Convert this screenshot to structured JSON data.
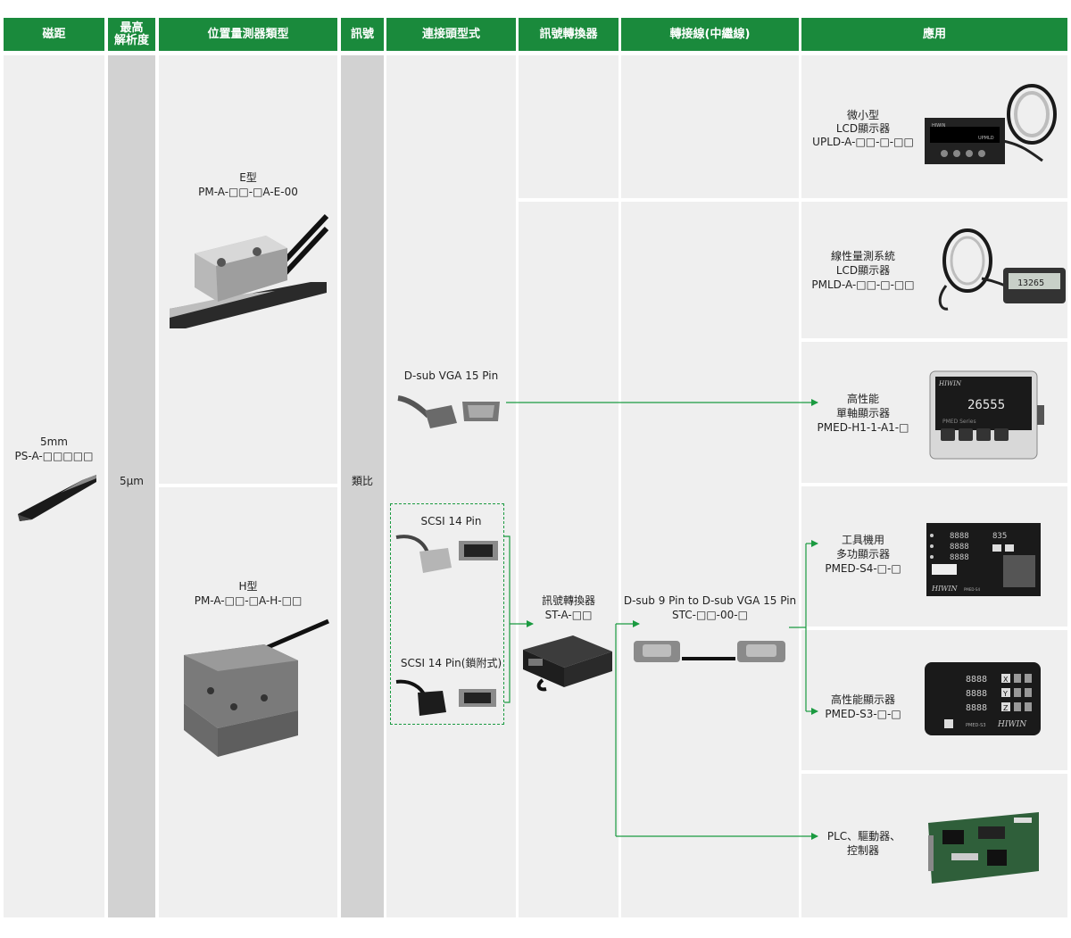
{
  "headers": {
    "pitch": "磁距",
    "resolution_line1": "最高",
    "resolution_line2": "解析度",
    "sensor_type": "位置量測器類型",
    "signal": "訊號",
    "connector": "連接頭型式",
    "converter": "訊號轉換器",
    "cable": "轉接線(中繼線)",
    "application": "應用"
  },
  "scale": {
    "pitch": "5mm",
    "model": "PS-A-□□□□□"
  },
  "resolution": "5μm",
  "sensors": [
    {
      "type": "E型",
      "model": "PM-A-□□-□A-E-00"
    },
    {
      "type": "H型",
      "model": "PM-A-□□-□A-H-□□"
    }
  ],
  "signal": "類比",
  "connectors": [
    {
      "label": "D-sub VGA 15 Pin"
    },
    {
      "label": "SCSI 14 Pin"
    },
    {
      "label": "SCSI 14 Pin(鎖附式)"
    }
  ],
  "converter": {
    "name": "訊號轉換器",
    "model": "ST-A-□□"
  },
  "cable": {
    "name": "D-sub 9 Pin to D-sub VGA 15 Pin",
    "model": "STC-□□-00-□"
  },
  "applications": [
    {
      "line1": "微小型",
      "line2": "LCD顯示器",
      "model": "UPLD-A-□□-□-□□"
    },
    {
      "line1": "線性量測系統",
      "line2": "LCD顯示器",
      "model": "PMLD-A-□□-□-□□"
    },
    {
      "line1": "高性能",
      "line2": "單軸顯示器",
      "model": "PMED-H1-1-A1-□"
    },
    {
      "line1": "工具機用",
      "line2": "多功顯示器",
      "model": "PMED-S4-□-□"
    },
    {
      "line1": "高性能顯示器",
      "line2": "",
      "model": "PMED-S3-□-□"
    },
    {
      "line1": "PLC、驅動器、",
      "line2": "控制器",
      "model": ""
    }
  ],
  "device_text": {
    "upld_brand": "HIWIN",
    "upld_model": "UPMLD",
    "pmld_reading": "13265",
    "h1_brand": "HIWIN",
    "h1_reading": "26555",
    "h1_series": "PMED Series",
    "s4_brand": "HIWIN",
    "s4_model": "PMED-S4",
    "s4_readings": [
      "8888",
      "8888",
      "8888"
    ],
    "s4_readings_right": [
      "835"
    ],
    "s3_readings": [
      "8888",
      "8888",
      "8888"
    ],
    "s3_axes": [
      "X",
      "Y",
      "Z"
    ],
    "s3_brand": "HIWIN",
    "s3_model": "PMED-S3"
  },
  "colors": {
    "header_green": "#1a8a3c",
    "arrow_green": "#1a9a40",
    "column_gray": "#d2d2d2",
    "column_light": "#efefef"
  }
}
